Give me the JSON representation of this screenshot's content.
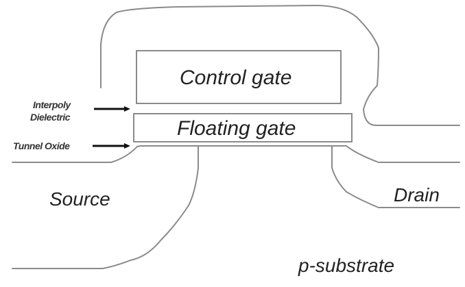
{
  "diagram": {
    "title": "Floating gate transistor cross-section",
    "labels": {
      "control_gate": "Control gate",
      "floating_gate": "Floating gate",
      "interpoly_line1": "Interpoly",
      "interpoly_line2": "Dielectric",
      "tunnel_oxide": "Tunnel Oxide",
      "source": "Source",
      "drain": "Drain",
      "substrate": "p-substrate"
    },
    "colors": {
      "outline": "#8a8a8a",
      "arrow": "#111111",
      "text": "#222222",
      "background": "#ffffff"
    }
  }
}
